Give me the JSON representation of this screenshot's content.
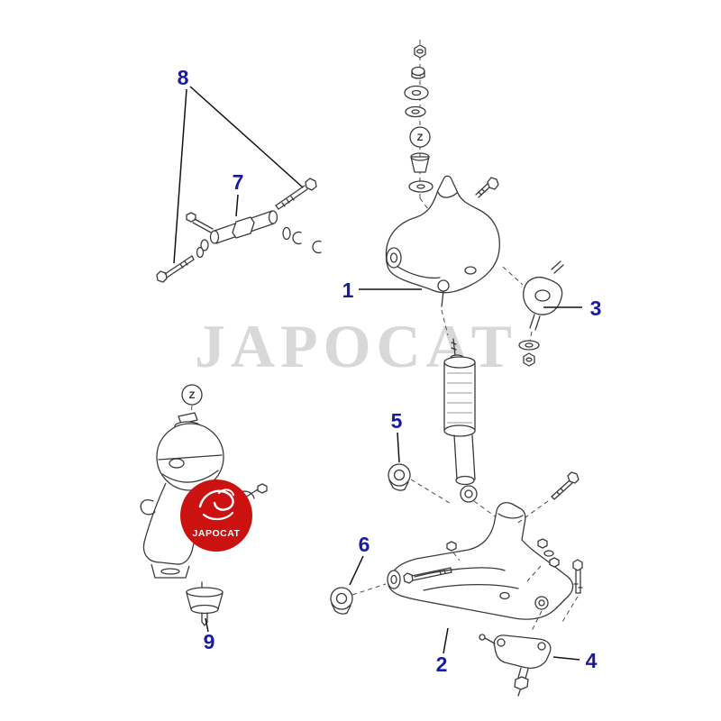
{
  "diagram": {
    "watermark": "JAPOCAT",
    "logo_text": "JAPOCAT",
    "marker_z": "Z",
    "callouts": {
      "c1": "1",
      "c2": "2",
      "c3": "3",
      "c4": "4",
      "c5": "5",
      "c6": "6",
      "c7": "7",
      "c8": "8",
      "c9": "9"
    }
  },
  "colors": {
    "line": "#3a3a3a",
    "callout_blue": "#1b1b9e",
    "watermark_gray": "#d8d8d8",
    "logo_red": "#cc1111",
    "logo_text_white": "#ffffff",
    "background": "#ffffff"
  }
}
